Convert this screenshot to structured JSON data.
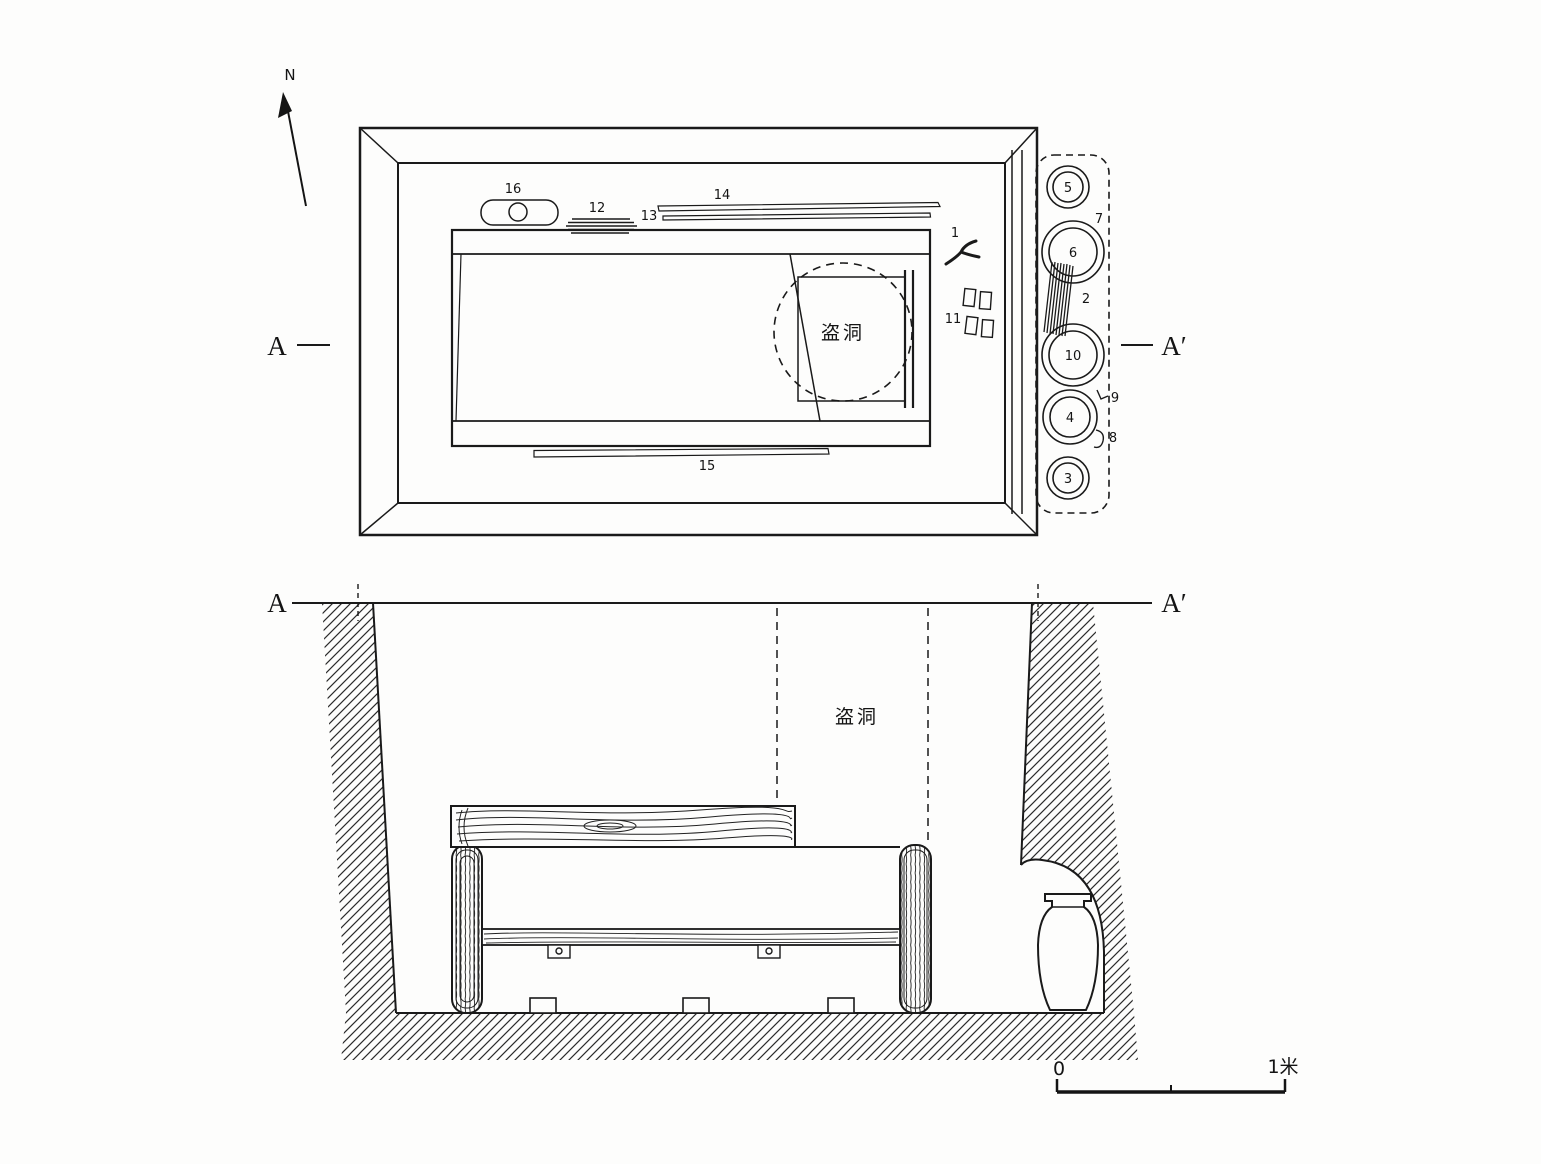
{
  "compass": {
    "label": "N"
  },
  "plan": {
    "marker_left": "A",
    "marker_right": "A′",
    "robber_hole": "盗洞",
    "labels": {
      "n1": "1",
      "n2": "2",
      "n3": "3",
      "n4": "4",
      "n5": "5",
      "n6": "6",
      "n7": "7",
      "n8": "8",
      "n9": "9",
      "n10": "10",
      "n11": "11",
      "n12": "12",
      "n13": "13",
      "n14": "14",
      "n15": "15",
      "n16": "16"
    }
  },
  "section": {
    "marker_left": "A",
    "marker_right": "A′",
    "robber_hole": "盗洞"
  },
  "scale_bar": {
    "zero": "0",
    "max": "1米"
  }
}
